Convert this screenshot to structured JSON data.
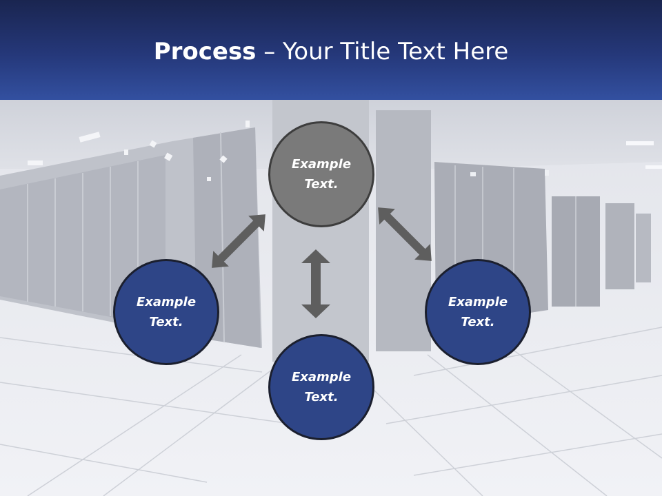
{
  "slide": {
    "title_bold": "Process",
    "title_rest": " – Your Title Text Here"
  },
  "nodes": {
    "top": {
      "line1": "Example",
      "line2": "Text."
    },
    "left": {
      "line1": "Example",
      "line2": "Text."
    },
    "right": {
      "line1": "Example",
      "line2": "Text."
    },
    "bottom": {
      "line1": "Example",
      "line2": "Text."
    }
  },
  "colors": {
    "header": "#25387a",
    "node_blue": "#2e4587",
    "node_gray": "#7a7a7a",
    "arrow": "#5e5e5e"
  }
}
